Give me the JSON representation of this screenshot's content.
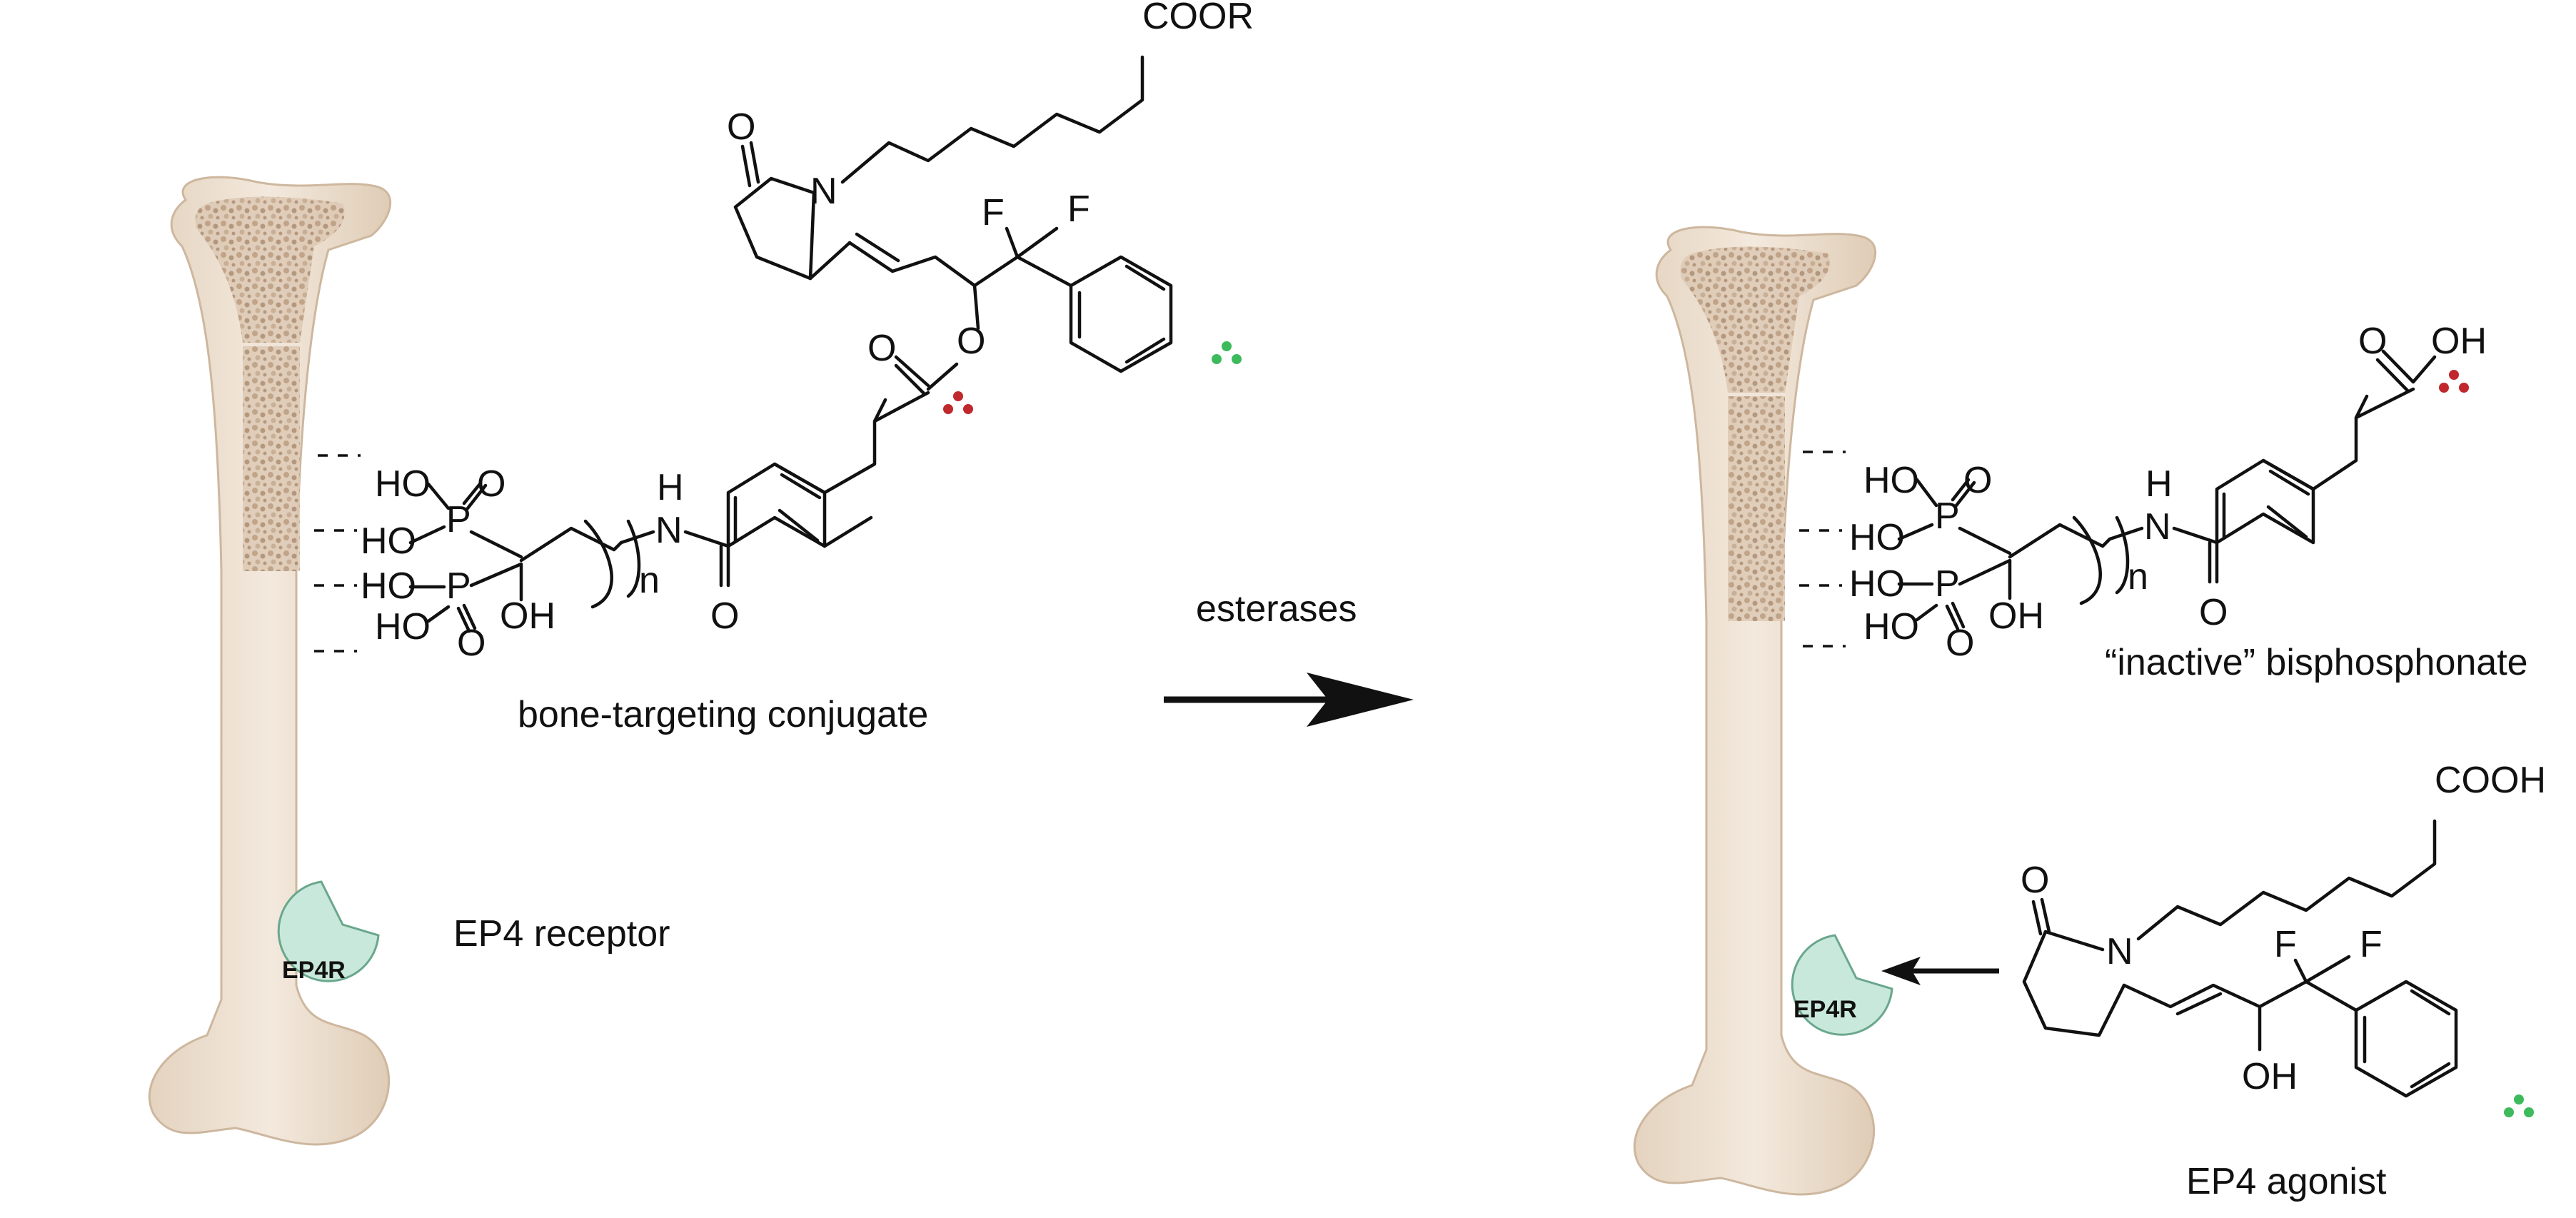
{
  "arrow_label": "esterases",
  "conjugate_label": "bone-targeting conjugate",
  "inactive_label": "“inactive” bisphosphonate",
  "agonist_label": "EP4 agonist",
  "receptor_label": "EP4 receptor",
  "receptor_short": "EP4R",
  "atoms": {
    "cooR": "COOR",
    "cooh": "COOH",
    "oh": "OH",
    "ho": "HO",
    "o": "O",
    "n": "N",
    "nh_h": "H",
    "f": "F",
    "p": "P",
    "sub_n": "n"
  },
  "colors": {
    "bone": "#eadccb",
    "marrow": "#c6ad93",
    "receptor": "#c9e8dc",
    "radio_red": "#c0282d",
    "radio_green": "#3dba5b"
  }
}
